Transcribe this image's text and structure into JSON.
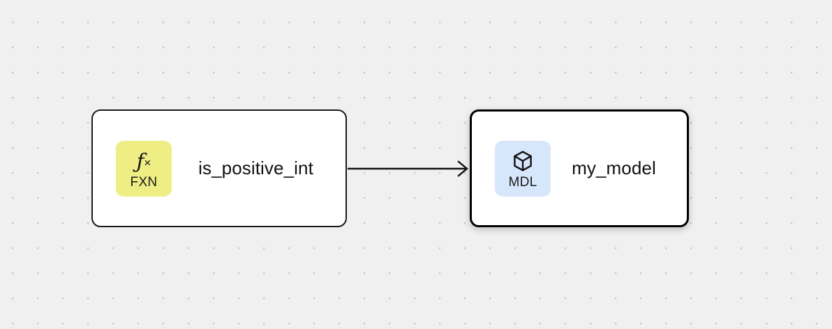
{
  "canvas": {
    "background_color": "#f0f0f0",
    "dot_color": "#c2c2c4",
    "dot_spacing": 36
  },
  "nodes": [
    {
      "id": "is_positive_int",
      "label": "is_positive_int",
      "badge": {
        "code": "FXN",
        "glyph": "fx",
        "glyph_icon_name": "function-icon",
        "background_color": "#eeee85"
      },
      "selected": false,
      "border_color": "#1a1a1a"
    },
    {
      "id": "my_model",
      "label": "my_model",
      "badge": {
        "code": "MDL",
        "glyph": "cube",
        "glyph_icon_name": "cube-icon",
        "background_color": "#d7e7fb"
      },
      "selected": true,
      "border_color": "#000000"
    }
  ],
  "edges": [
    {
      "from": "is_positive_int",
      "to": "my_model",
      "style": "solid",
      "arrow": "open-chevron",
      "color": "#111111"
    }
  ]
}
